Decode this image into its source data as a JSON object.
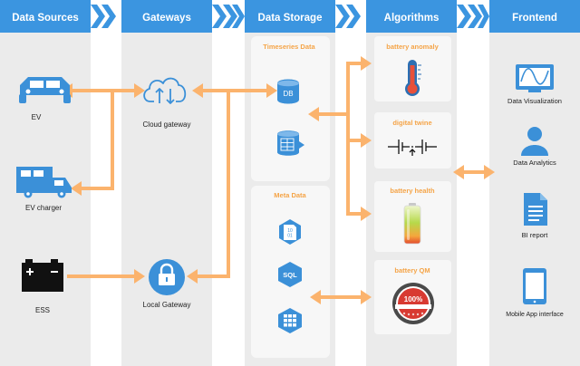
{
  "headers": {
    "sources": "Data Sources",
    "gateways": "Gateways",
    "storage": "Data Storage",
    "algorithms": "Algorithms",
    "frontend": "Frontend"
  },
  "sources": {
    "ev": "EV",
    "ev_charger": "EV charger",
    "ess": "ESS"
  },
  "gateways": {
    "cloud": "Cloud gateway",
    "local": "Local Gateway"
  },
  "storage": {
    "timeseries_title": "Timeseries Data",
    "meta_title": "Meta Data",
    "db_label": "DB",
    "sql_label": "SQL",
    "file_bits": "10\n01"
  },
  "algorithms": {
    "anomaly": "battery anomaly",
    "twin": "digital twine",
    "health": "battery health",
    "qm": "battery QM",
    "badge_text": "100%"
  },
  "frontend": {
    "viz": "Data Visualization",
    "analytics": "Data Analytics",
    "bi": "BI report",
    "mobile": "Mobile App interface"
  },
  "colors": {
    "header": "#3b95e0",
    "column_bg": "#ebebeb",
    "panel_bg": "#f7f7f7",
    "arrow": "#fbb36d",
    "icon_blue": "#3b90d8",
    "title_orange": "#f5a447"
  }
}
